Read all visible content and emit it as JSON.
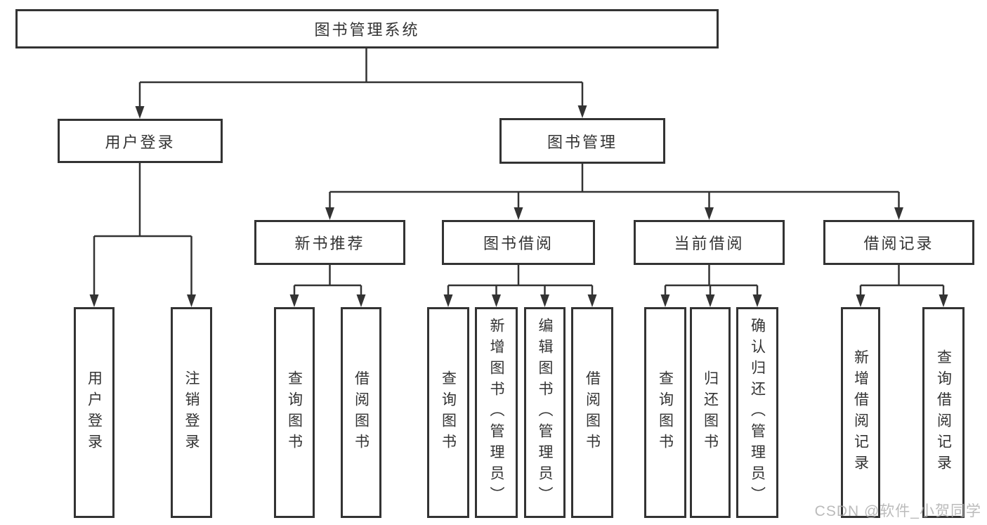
{
  "diagram_title": "图书管理系统",
  "nodes": {
    "root": {
      "label": "图书管理系统"
    },
    "user_login": {
      "label": "用户登录"
    },
    "book_mgmt": {
      "label": "图书管理"
    },
    "new_book_rec": {
      "label": "新书推荐"
    },
    "book_borrow": {
      "label": "图书借阅"
    },
    "current_borrow": {
      "label": "当前借阅"
    },
    "borrow_record": {
      "label": "借阅记录"
    },
    "leaf_user_login": {
      "label": "用户登录"
    },
    "leaf_logout": {
      "label": "注销登录"
    },
    "leaf_nbr_query": {
      "label": "查询图书"
    },
    "leaf_nbr_borrow": {
      "label": "借阅图书"
    },
    "leaf_bb_query": {
      "label": "查询图书"
    },
    "leaf_bb_add": {
      "label": "新增图书（管理员）"
    },
    "leaf_bb_edit": {
      "label": "编辑图书（管理员）"
    },
    "leaf_bb_borrow": {
      "label": "借阅图书"
    },
    "leaf_cb_query": {
      "label": "查询图书"
    },
    "leaf_cb_return": {
      "label": "归还图书"
    },
    "leaf_cb_confirm": {
      "label": "确认归还（管理员）"
    },
    "leaf_br_add": {
      "label": "新增借阅记录"
    },
    "leaf_br_query": {
      "label": "查询借阅记录"
    }
  },
  "watermark": "CSDN @软件_小贺同学",
  "colors": {
    "line": "#333333",
    "text": "#333333",
    "box_background": "#ffffff",
    "page_background": "#ffffff",
    "watermark": "#ababab"
  }
}
